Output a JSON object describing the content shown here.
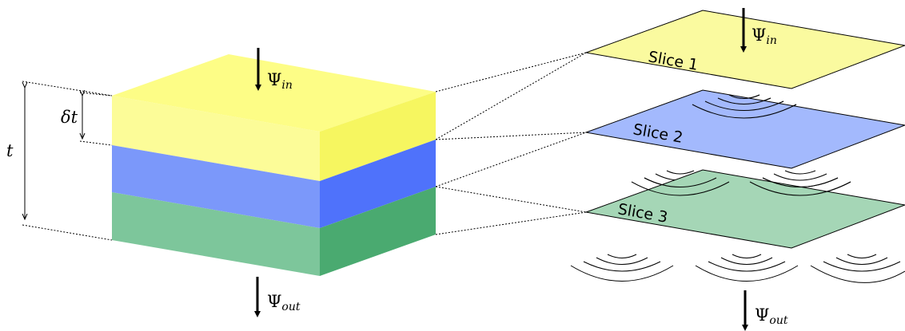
{
  "block": {
    "psi_in": {
      "symbol": "Ψ",
      "sub": "in"
    },
    "psi_out": {
      "symbol": "Ψ",
      "sub": "out"
    },
    "delta_t": "δt",
    "t": "t"
  },
  "slices": [
    {
      "label": "Slice 1",
      "color": "#fafa9f"
    },
    {
      "label": "Slice 2",
      "color": "#a3b9fd"
    },
    {
      "label": "Slice 3",
      "color": "#a5d6b6"
    }
  ],
  "stack_colors": {
    "yellow_front": "#fbfb9a",
    "yellow_top": "#fdfd7e",
    "yellow_side": "#f5f564",
    "blue_front": "#7b98fa",
    "blue_side": "#4f72fb",
    "green_front": "#7dc69b",
    "green_side": "#4aaa70"
  },
  "slice_stack": {
    "psi_in": {
      "symbol": "Ψ",
      "sub": "in"
    },
    "psi_out": {
      "symbol": "Ψ",
      "sub": "out"
    }
  }
}
